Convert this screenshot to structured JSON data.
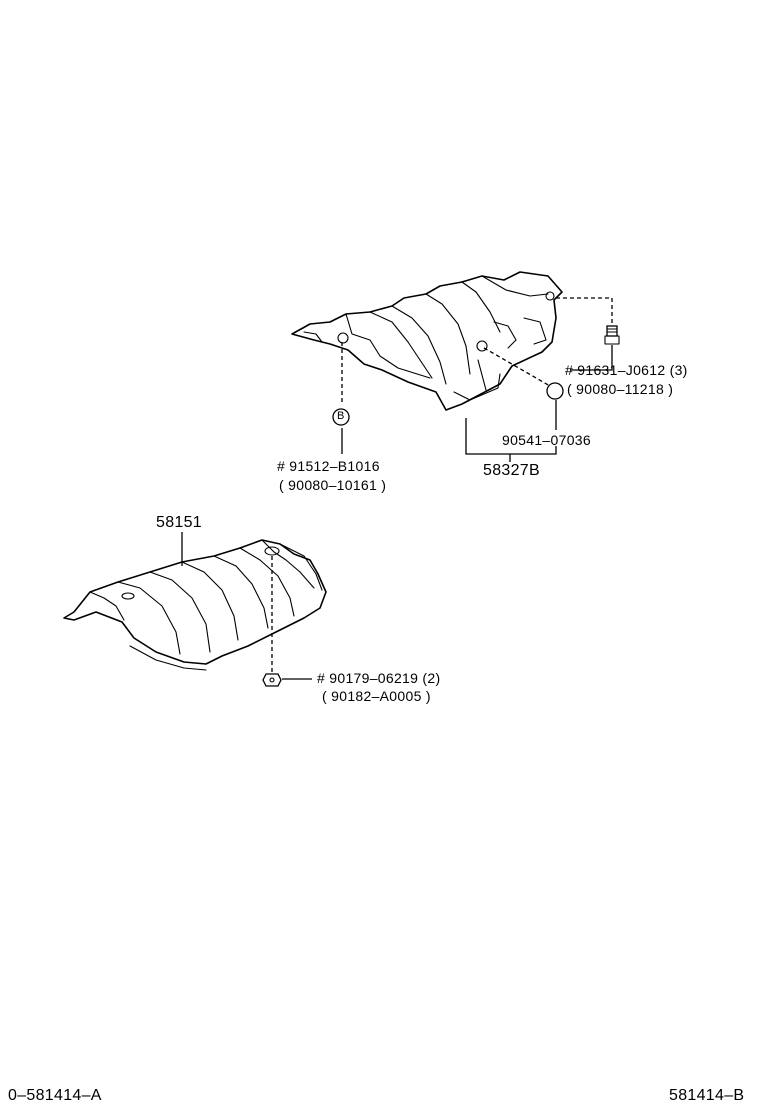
{
  "labels": {
    "part_58327b": "58327B",
    "bolt_91631": "# 91631–J0612 (3)",
    "bolt_90080_11218": "( 90080–11218 )",
    "clip_90541": "90541–07036",
    "bolt_91512": "# 91512–B1016",
    "bolt_90080_10161": "( 90080–10161 )",
    "marker_b": "B",
    "part_58151": "58151",
    "nut_90179": "# 90179–06219 (2)",
    "nut_90182": "( 90182–A0005 )",
    "footer_left": "0–581414–A",
    "footer_right": "581414–B"
  }
}
